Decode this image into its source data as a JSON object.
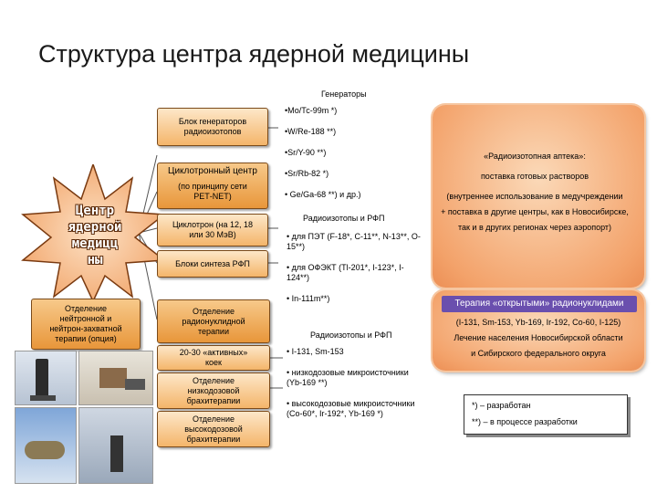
{
  "title": "Структура центра ядерной медицины",
  "left": {
    "star_lines": [
      "Центр",
      "ядерной",
      "медицц",
      "ны"
    ],
    "dept_neutron": [
      "Отделение",
      "нейтронной и",
      "нейтрон-захватной",
      "терапии (опция)"
    ]
  },
  "mid": {
    "generator_block": [
      "Блок генераторов",
      "радиоизотопов"
    ],
    "cyclotron_center": "Циклотронный центр",
    "cyclotron_note": [
      "(по принципу сети",
      "РЕТ-NET)"
    ],
    "cyclotron": [
      "Циклотрон (на 12, 18",
      "или 30 МэВ)"
    ],
    "synthesis": "Блоки синтеза РФП",
    "dept_radionuclide": [
      "Отделение",
      "радионуклидной",
      "терапии"
    ],
    "beds": [
      "20-30 «активных»",
      "коек"
    ],
    "low_dose": [
      "Отделение",
      "низкодозовой",
      "брахитерапии"
    ],
    "high_dose": [
      "Отделение",
      "высокодозовой",
      "брахитерапии"
    ]
  },
  "generators": {
    "heading": "Генераторы",
    "items": [
      "•Мо/Тс-99m *)",
      "•W/Re-188 **)",
      "•Sr/Y-90 **)",
      "•Sr/Rb-82 *)",
      "• Ge/Ga-68 **) и др.)"
    ]
  },
  "rfp1": {
    "heading": "Радиоизотопы и РФП",
    "items": [
      "• для ПЭТ (F-18*, С-11**, N-13**, O-15**)",
      "• для ОФЭКТ (Tl-201*, I-123*, I-124**)",
      "• In-111m**)"
    ]
  },
  "rfp2": {
    "heading": "Радиоизотопы и РФП",
    "items": [
      "• I-131, Sm-153",
      "• низкодозовые микроисточники (Yb-169 **)",
      "• высокодозовые микроисточники (Co-60*, Ir-192*, Yb-169 *)"
    ]
  },
  "pharmacy": {
    "lines": [
      "«Радиоизотопная аптека»:",
      "поставка готовых растворов",
      "(внутреннее использование в медучреждении",
      "+ поставка в другие центры, как в Новосибирске,",
      "так и в других регионах через аэропорт)"
    ]
  },
  "therapy": {
    "bar": "Терапия «открытыми» радионуклидами",
    "lines": [
      "(I-131, Sm-153, Yb-169, Ir-192, Co-60, I-125)",
      "Лечение населения Новосибирской области",
      "и Сибирского федерального округа"
    ]
  },
  "legend": {
    "line1": "*) – разработан",
    "line2": "**) – в процессе разработки"
  },
  "colors": {
    "box": "#f0a850",
    "peach": "#f3a26a",
    "bar": "#6a4fae",
    "connector": "#555555"
  }
}
